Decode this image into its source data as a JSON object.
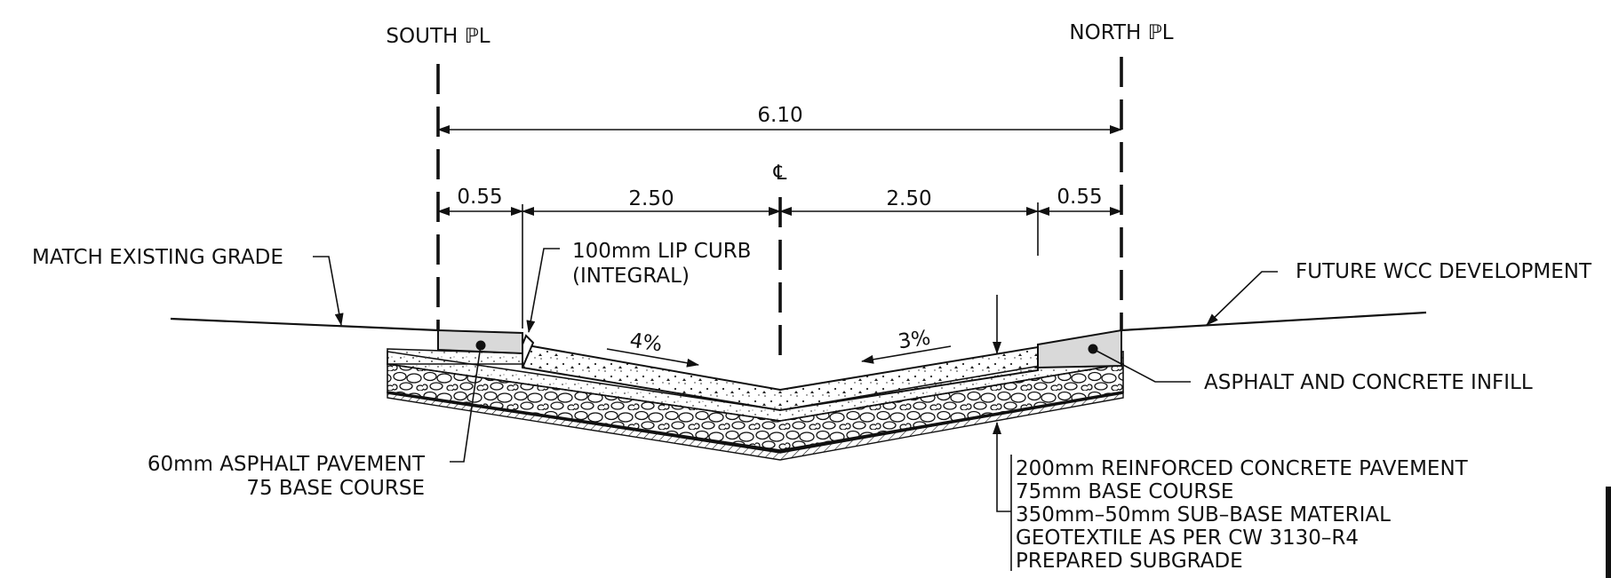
{
  "labels": {
    "south_pl": "SOUTH ℙL",
    "north_pl": "NORTH ℙL",
    "centerline": "℄",
    "match_grade": "MATCH EXISTING GRADE",
    "lip_curb_1": "100mm LIP CURB",
    "lip_curb_2": "(INTEGRAL)",
    "future_wcc": "FUTURE WCC DEVELOPMENT",
    "infill": "ASPHALT AND CONCRETE INFILL",
    "asphalt_1": "60mm ASPHALT PAVEMENT",
    "asphalt_2": "75 BASE COURSE",
    "layers": [
      "200mm REINFORCED CONCRETE PAVEMENT",
      "75mm BASE COURSE",
      "350mm–50mm SUB–BASE MATERIAL",
      "GEOTEXTILE AS PER CW 3130–R4",
      "PREPARED SUBGRADE"
    ]
  },
  "dimensions": {
    "overall": "6.10",
    "left_boulevard": "0.55",
    "left_lane": "2.50",
    "right_lane": "2.50",
    "right_boulevard": "0.55"
  },
  "slopes": {
    "left": "4%",
    "right": "3%"
  },
  "colors": {
    "line": "#111111",
    "infill_fill": "#d9d9d9",
    "background": "#ffffff"
  }
}
